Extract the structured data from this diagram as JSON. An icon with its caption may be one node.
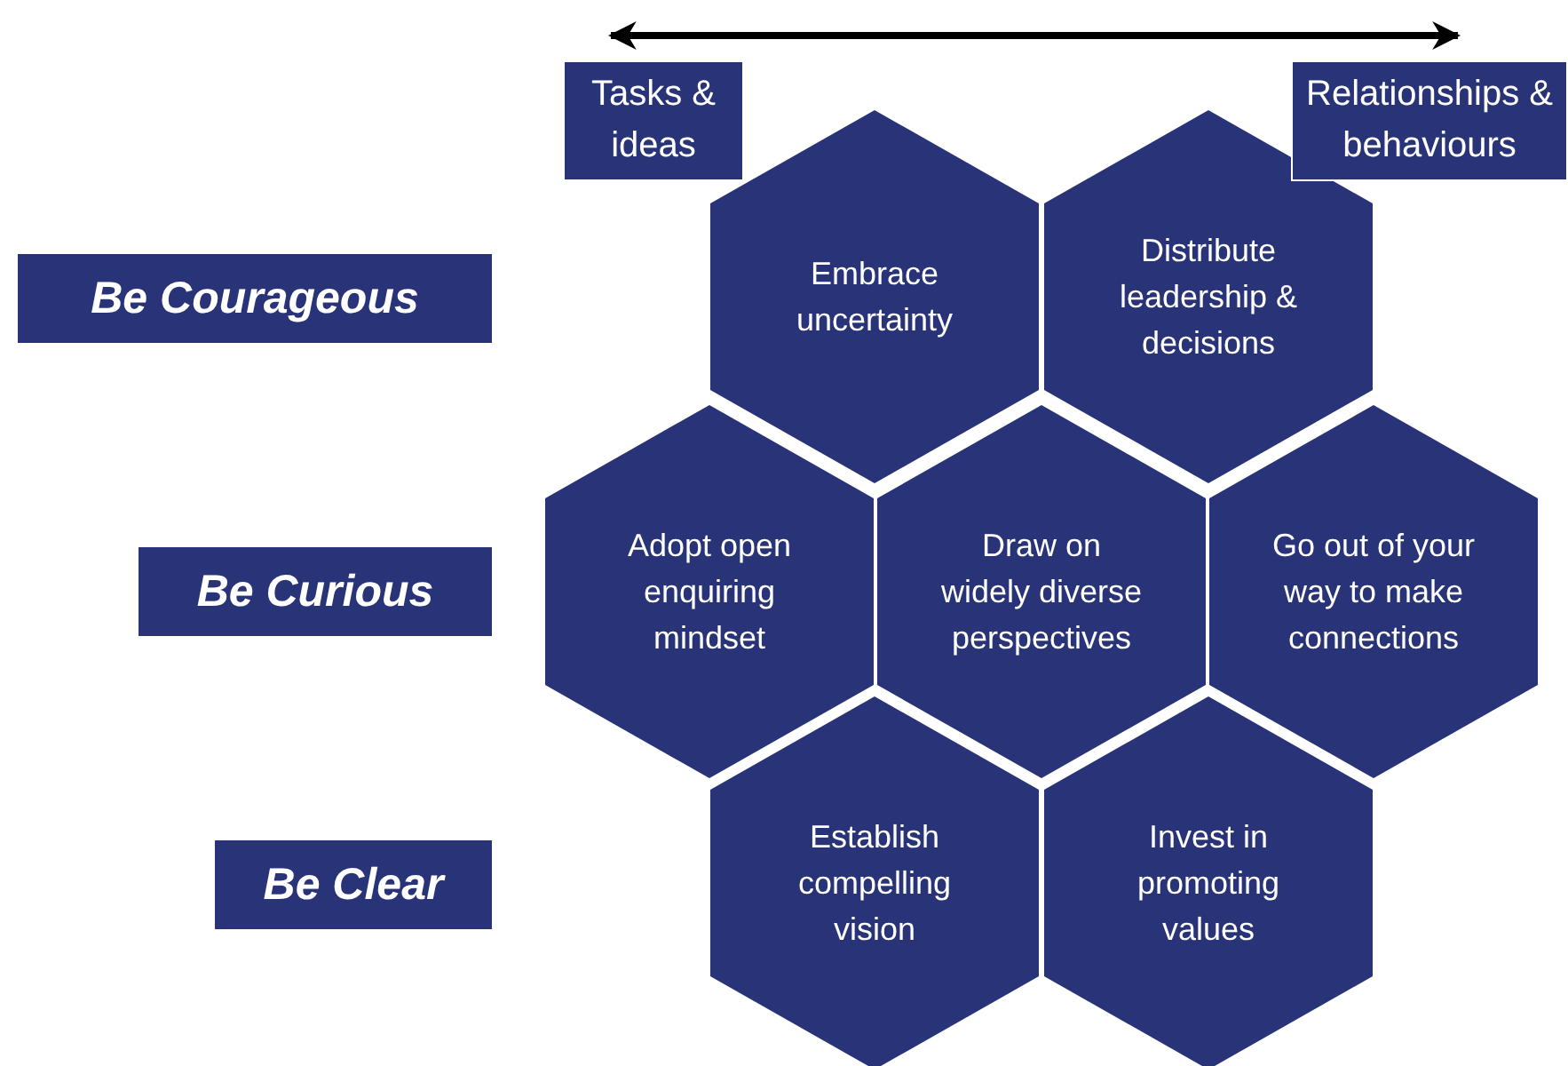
{
  "diagram": {
    "nodes": [
      {
        "text": [
          "Tasks & ideas"
        ]
      },
      {
        "text": [
          "Relationships & behaviours"
        ]
      },
      {
        "text": [
          "Be Courageous"
        ]
      },
      {
        "text": [
          "Embrace uncertainty"
        ]
      },
      {
        "text": [
          "Distribute leadership & decisions"
        ]
      },
      {
        "text": [
          "Be Curious"
        ]
      },
      {
        "text": [
          "Adopt open enquiring mindset"
        ]
      },
      {
        "text": [
          "Draw on widely diverse perspectives"
        ]
      },
      {
        "text": [
          "Go out of your way to make connections"
        ]
      },
      {
        "text": [
          "Be Clear"
        ]
      },
      {
        "text": [
          "Establish compelling vision"
        ]
      },
      {
        "text": [
          "Invest in promoting values"
        ]
      }
    ],
    "edges": [
      {
        "from": 0,
        "to": 1,
        "arrow": "both"
      }
    ]
  }
}
